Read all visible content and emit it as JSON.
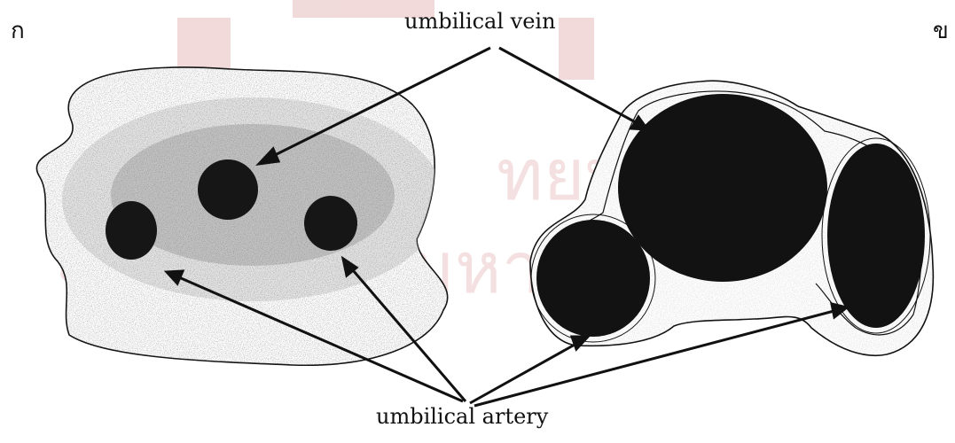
{
  "figure": {
    "panel_labels": [
      "ก",
      "ข"
    ],
    "vein_label": "umbilical vein",
    "artery_label": "umbilical artery",
    "watermark": {
      "text_line_1": "ทยบริการ",
      "text_line_2": "จุฬาลงกรณ์มหาวิทยาลัย",
      "color": "#e7bcbc"
    },
    "colors": {
      "ink": "#111111",
      "speckle": "#333333",
      "stroke": "#111111"
    }
  }
}
